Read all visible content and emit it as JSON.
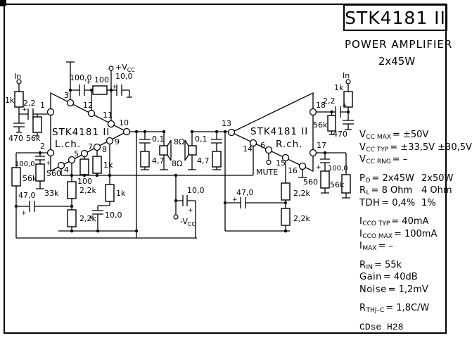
{
  "title_block": {
    "title": "STK4181 II",
    "subtitle": "POWER AMPLIFIER",
    "power_rating": "2x45W"
  },
  "specs": {
    "rows": [
      {
        "sym": "V",
        "sub": "CC MAX",
        "val": "= ±50V",
        "val2": ""
      },
      {
        "sym": "V",
        "sub": "CC TYP",
        "val": "= ±33,5V ±30,5V",
        "val2": ""
      },
      {
        "sym": "V",
        "sub": "CC RNG",
        "val": "= –",
        "val2": ""
      },
      {
        "sym": "P",
        "sub": "O",
        "val": "= 2x45W",
        "val2": "2x50W"
      },
      {
        "sym": "R",
        "sub": "L",
        "val": "= 8 Ohm",
        "val2": "4 Ohm"
      },
      {
        "sym": "TDH",
        "sub": "",
        "val": "= 0,4%",
        "val2": "1%"
      },
      {
        "sym": "I",
        "sub": "CCO TYP",
        "val": "= 40mA",
        "val2": ""
      },
      {
        "sym": "I",
        "sub": "CCO MAX",
        "val": "= 100mA",
        "val2": ""
      },
      {
        "sym": "I",
        "sub": "MAX",
        "val": "=   –",
        "val2": ""
      },
      {
        "sym": "R",
        "sub": "IN",
        "val": "= 55k",
        "val2": ""
      },
      {
        "sym": "Gain",
        "sub": "",
        "val": "= 40dB",
        "val2": ""
      },
      {
        "sym": "Noise",
        "sub": "",
        "val": "= 1,2mV",
        "val2": ""
      },
      {
        "sym": "R",
        "sub": "THJ–C",
        "val": "= 1,8C/W",
        "val2": ""
      }
    ],
    "footer": "CDse H28"
  },
  "sch": {
    "ic_left": {
      "name": "STK4181 II",
      "channel": "L.ch."
    },
    "ic_right": {
      "name": "STK4181 II",
      "channel": "R.ch."
    },
    "pins": {
      "p1": "1",
      "p2": "2",
      "p3": "3",
      "p4": "4",
      "p5": "5",
      "p6": "6",
      "p7": "7",
      "p8": "8",
      "p9": "9",
      "p10": "10",
      "p11": "11",
      "p12": "12",
      "p13": "13",
      "p14": "14",
      "p15": "15",
      "p16": "16",
      "p17": "17",
      "p18": "18"
    },
    "plus": "+",
    "labels": {
      "in_l": "In",
      "r_in_l": "1k",
      "c_in_l": "2,2",
      "c_gnd_l": "470",
      "r_bias_l": "56k",
      "c_boot_l": "100,0",
      "r_vcc_l": "100",
      "c_vcc_l": "10,0",
      "vcc_main": "+V",
      "vcc_sub": "CC",
      "c_fb_l": "100,0",
      "r_fb_l": "560",
      "r_33k_l": "33k",
      "r_fb2_l": "56k",
      "c_fb2_l": "47,0",
      "r_p7_l": "100",
      "r_p8_l": "1k",
      "r_p9_l": "1k",
      "c_p9_l": "10,0",
      "r_div1_l": "2,2k",
      "r_div2_l": "2,2k",
      "c_z_l": "0,1",
      "r_z_l": "4,7",
      "spk_l": "8Ω",
      "spk_r": "8Ω",
      "c_nvcc": "10,0",
      "nvcc_main": "-V",
      "nvcc_sub": "CC",
      "c_z_r": "0,1",
      "r_z_r": "4,7",
      "mute": "MUTE",
      "c_fb2_r": "47,0",
      "r_div1_r": "2,2k",
      "r_div2_r": "2,2k",
      "c_fb_r": "100,0",
      "r_fb_r": "560",
      "r_fb2_r": "56k",
      "in_r": "In",
      "r_in_r": "1k",
      "c_in_r": "2,2",
      "r_bias_r": "56k",
      "c_gnd_r": "470"
    }
  }
}
